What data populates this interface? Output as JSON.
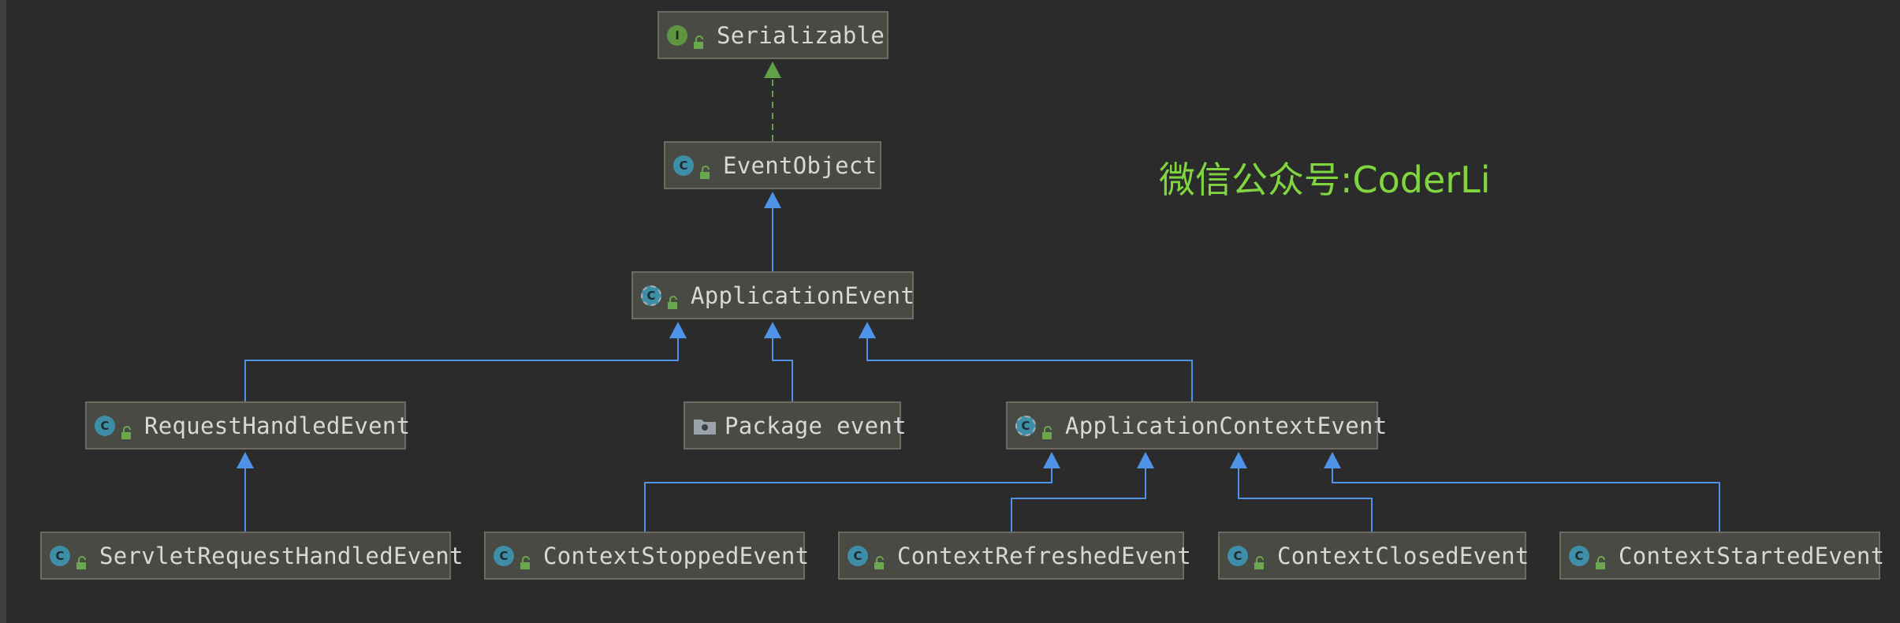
{
  "watermark": "微信公众号:CoderLi",
  "colors": {
    "background": "#2b2b2b",
    "node_fill": "#4a4a44",
    "node_border": "#6b6b62",
    "extends_edge": "#4e93e8",
    "implements_edge": "#62a04a",
    "watermark": "#7fd63f"
  },
  "nodes": [
    {
      "id": "serializable",
      "label": "Serializable",
      "kind": "interface",
      "kind_letter": "I",
      "icon": "interface-icon"
    },
    {
      "id": "event-object",
      "label": "EventObject",
      "kind": "class",
      "kind_letter": "C",
      "icon": "class-icon"
    },
    {
      "id": "application-event",
      "label": "ApplicationEvent",
      "kind": "abstract",
      "kind_letter": "C",
      "icon": "abstract-class-icon"
    },
    {
      "id": "request-handled-event",
      "label": "RequestHandledEvent",
      "kind": "class",
      "kind_letter": "C",
      "icon": "class-icon"
    },
    {
      "id": "package-event",
      "label": "Package event",
      "kind": "package",
      "kind_letter": "",
      "icon": "package-icon"
    },
    {
      "id": "application-context-event",
      "label": "ApplicationContextEvent",
      "kind": "abstract",
      "kind_letter": "C",
      "icon": "abstract-class-icon"
    },
    {
      "id": "servlet-request-handled-event",
      "label": "ServletRequestHandledEvent",
      "kind": "class",
      "kind_letter": "C",
      "icon": "class-icon"
    },
    {
      "id": "context-stopped-event",
      "label": "ContextStoppedEvent",
      "kind": "class",
      "kind_letter": "C",
      "icon": "class-icon"
    },
    {
      "id": "context-refreshed-event",
      "label": "ContextRefreshedEvent",
      "kind": "class",
      "kind_letter": "C",
      "icon": "class-icon"
    },
    {
      "id": "context-closed-event",
      "label": "ContextClosedEvent",
      "kind": "class",
      "kind_letter": "C",
      "icon": "class-icon"
    },
    {
      "id": "context-started-event",
      "label": "ContextStartedEvent",
      "kind": "class",
      "kind_letter": "C",
      "icon": "class-icon"
    }
  ],
  "edges": [
    {
      "from": "event-object",
      "to": "serializable",
      "type": "implements"
    },
    {
      "from": "application-event",
      "to": "event-object",
      "type": "extends"
    },
    {
      "from": "request-handled-event",
      "to": "application-event",
      "type": "extends"
    },
    {
      "from": "package-event",
      "to": "application-event",
      "type": "extends"
    },
    {
      "from": "application-context-event",
      "to": "application-event",
      "type": "extends"
    },
    {
      "from": "servlet-request-handled-event",
      "to": "request-handled-event",
      "type": "extends"
    },
    {
      "from": "context-stopped-event",
      "to": "application-context-event",
      "type": "extends"
    },
    {
      "from": "context-refreshed-event",
      "to": "application-context-event",
      "type": "extends"
    },
    {
      "from": "context-closed-event",
      "to": "application-context-event",
      "type": "extends"
    },
    {
      "from": "context-started-event",
      "to": "application-context-event",
      "type": "extends"
    }
  ]
}
